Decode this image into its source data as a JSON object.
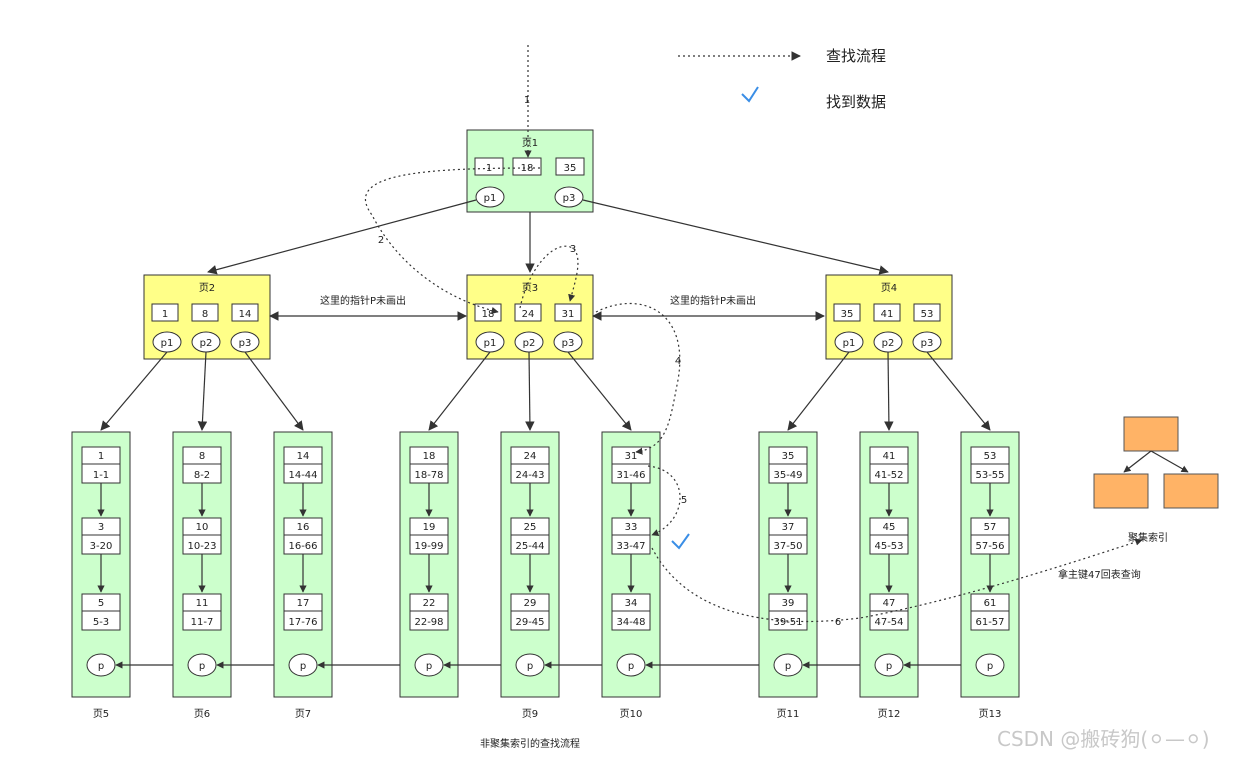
{
  "legend": {
    "flow_label": "查找流程",
    "found_label": "找到数据"
  },
  "root": {
    "title": "页1",
    "keys": [
      "1",
      "18",
      "35"
    ],
    "pointers": [
      "p1",
      "p3"
    ]
  },
  "internal": [
    {
      "title": "页2",
      "keys": [
        "1",
        "8",
        "14"
      ],
      "pointers": [
        "p1",
        "p2",
        "p3"
      ]
    },
    {
      "title": "页3",
      "keys": [
        "18",
        "24",
        "31"
      ],
      "pointers": [
        "p1",
        "p2",
        "p3"
      ]
    },
    {
      "title": "页4",
      "keys": [
        "35",
        "41",
        "53"
      ],
      "pointers": [
        "p1",
        "p2",
        "p3"
      ]
    }
  ],
  "link_note": "这里的指针P未画出",
  "leaves": [
    {
      "label": "页5",
      "entries": [
        [
          "1",
          "1-1"
        ],
        [
          "3",
          "3-20"
        ],
        [
          "5",
          "5-3"
        ]
      ]
    },
    {
      "label": "页6",
      "entries": [
        [
          "8",
          "8-2"
        ],
        [
          "10",
          "10-23"
        ],
        [
          "11",
          "11-7"
        ]
      ]
    },
    {
      "label": "页7",
      "entries": [
        [
          "14",
          "14-44"
        ],
        [
          "16",
          "16-66"
        ],
        [
          "17",
          "17-76"
        ]
      ]
    },
    {
      "label": "",
      "entries": [
        [
          "18",
          "18-78"
        ],
        [
          "19",
          "19-99"
        ],
        [
          "22",
          "22-98"
        ]
      ]
    },
    {
      "label": "页9",
      "entries": [
        [
          "24",
          "24-43"
        ],
        [
          "25",
          "25-44"
        ],
        [
          "29",
          "29-45"
        ]
      ]
    },
    {
      "label": "页10",
      "entries": [
        [
          "31",
          "31-46"
        ],
        [
          "33",
          "33-47"
        ],
        [
          "34",
          "34-48"
        ]
      ]
    },
    {
      "label": "页11",
      "entries": [
        [
          "35",
          "35-49"
        ],
        [
          "37",
          "37-50"
        ],
        [
          "39",
          "39-51"
        ]
      ]
    },
    {
      "label": "页12",
      "entries": [
        [
          "41",
          "41-52"
        ],
        [
          "45",
          "45-53"
        ],
        [
          "47",
          "47-54"
        ]
      ]
    },
    {
      "label": "页13",
      "entries": [
        [
          "53",
          "53-55"
        ],
        [
          "57",
          "57-56"
        ],
        [
          "61",
          "61-57"
        ]
      ]
    }
  ],
  "leaf_pointer": "p",
  "step_labels": [
    "1",
    "2",
    "3",
    "4",
    "5",
    "6"
  ],
  "clustered_index_label": "聚集索引",
  "lookup_label": "拿主键47回表查询",
  "caption": "非聚集索引的查找流程",
  "watermark": "CSDN @搬砖狗(⚪—⚪)",
  "colors": {
    "leaf_fill": "#ccffcc",
    "root_fill": "#ccffcc",
    "internal_fill": "#ffff88",
    "clustered_fill": "#ffb366",
    "check": "#3a8ee6"
  }
}
